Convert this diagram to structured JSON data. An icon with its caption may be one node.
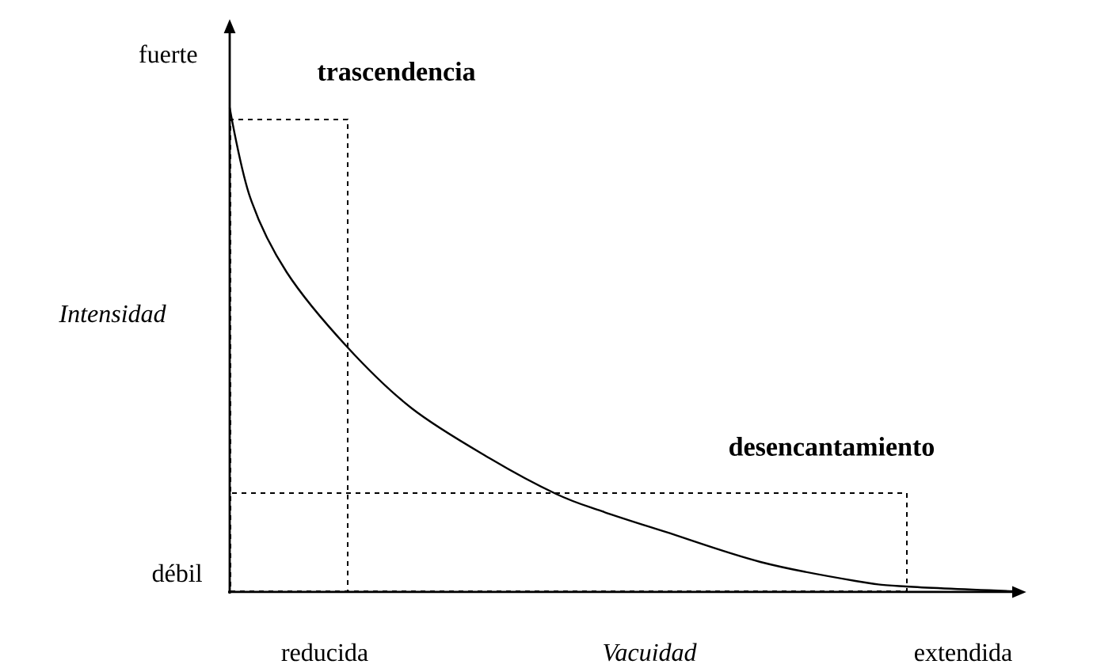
{
  "diagram": {
    "nodes": [
      {
        "text": [
          "trascendencia"
        ]
      },
      {
        "text": [
          "desencantamiento"
        ]
      }
    ],
    "labels": [
      "fuerte",
      "Intensidad",
      "débil",
      "reducida",
      "Vacuidad",
      "extendida"
    ]
  }
}
